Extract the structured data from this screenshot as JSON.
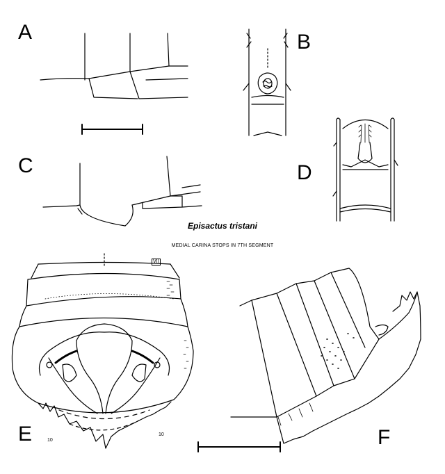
{
  "caption": {
    "species": "Episactus tristani",
    "note": "MEDIAL CARINA STOPS IN 7TH SEGMENT"
  },
  "panels": {
    "a": "A",
    "b": "B",
    "c": "C",
    "d": "D",
    "e": "E",
    "f": "F"
  },
  "annotations": {
    "segment_mark": "VII",
    "left_small": "10",
    "right_small": "10"
  },
  "colors": {
    "ink": "#000000",
    "paper": "#ffffff"
  }
}
